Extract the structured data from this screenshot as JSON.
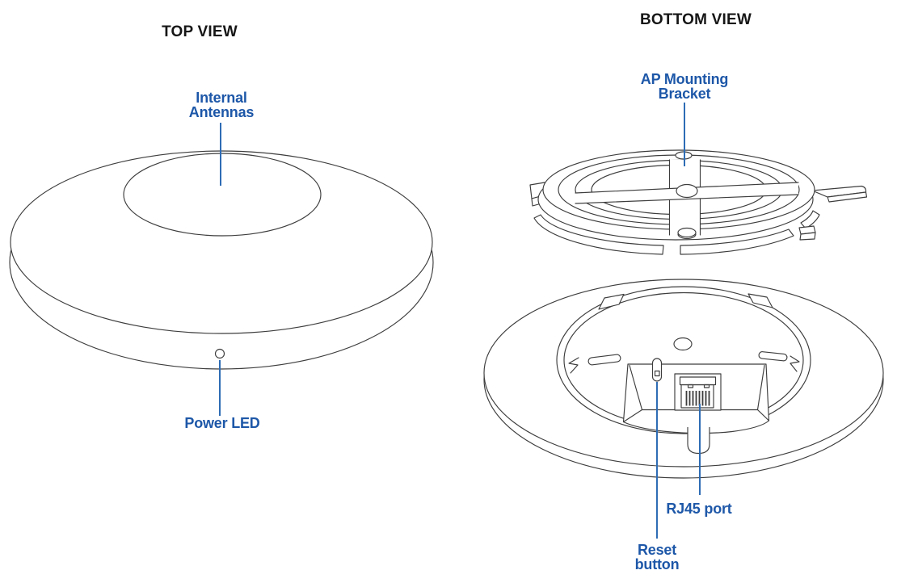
{
  "colors": {
    "label_blue": "#1d57a8",
    "leader_blue": "#2e6cb5",
    "line": "#3d3d3d",
    "heading_color": "#161616",
    "background": "#ffffff"
  },
  "top_view": {
    "title": "TOP VIEW",
    "labels": {
      "internal_antennas_line1": "Internal",
      "internal_antennas_line2": "Antennas",
      "power_led": "Power LED"
    }
  },
  "bottom_view": {
    "title": "BOTTOM VIEW",
    "labels": {
      "ap_mounting_bracket_line1": "AP Mounting",
      "ap_mounting_bracket_line2": "Bracket",
      "rj45_port": "RJ45 port",
      "reset_button_line1": "Reset",
      "reset_button_line2": "button"
    }
  }
}
